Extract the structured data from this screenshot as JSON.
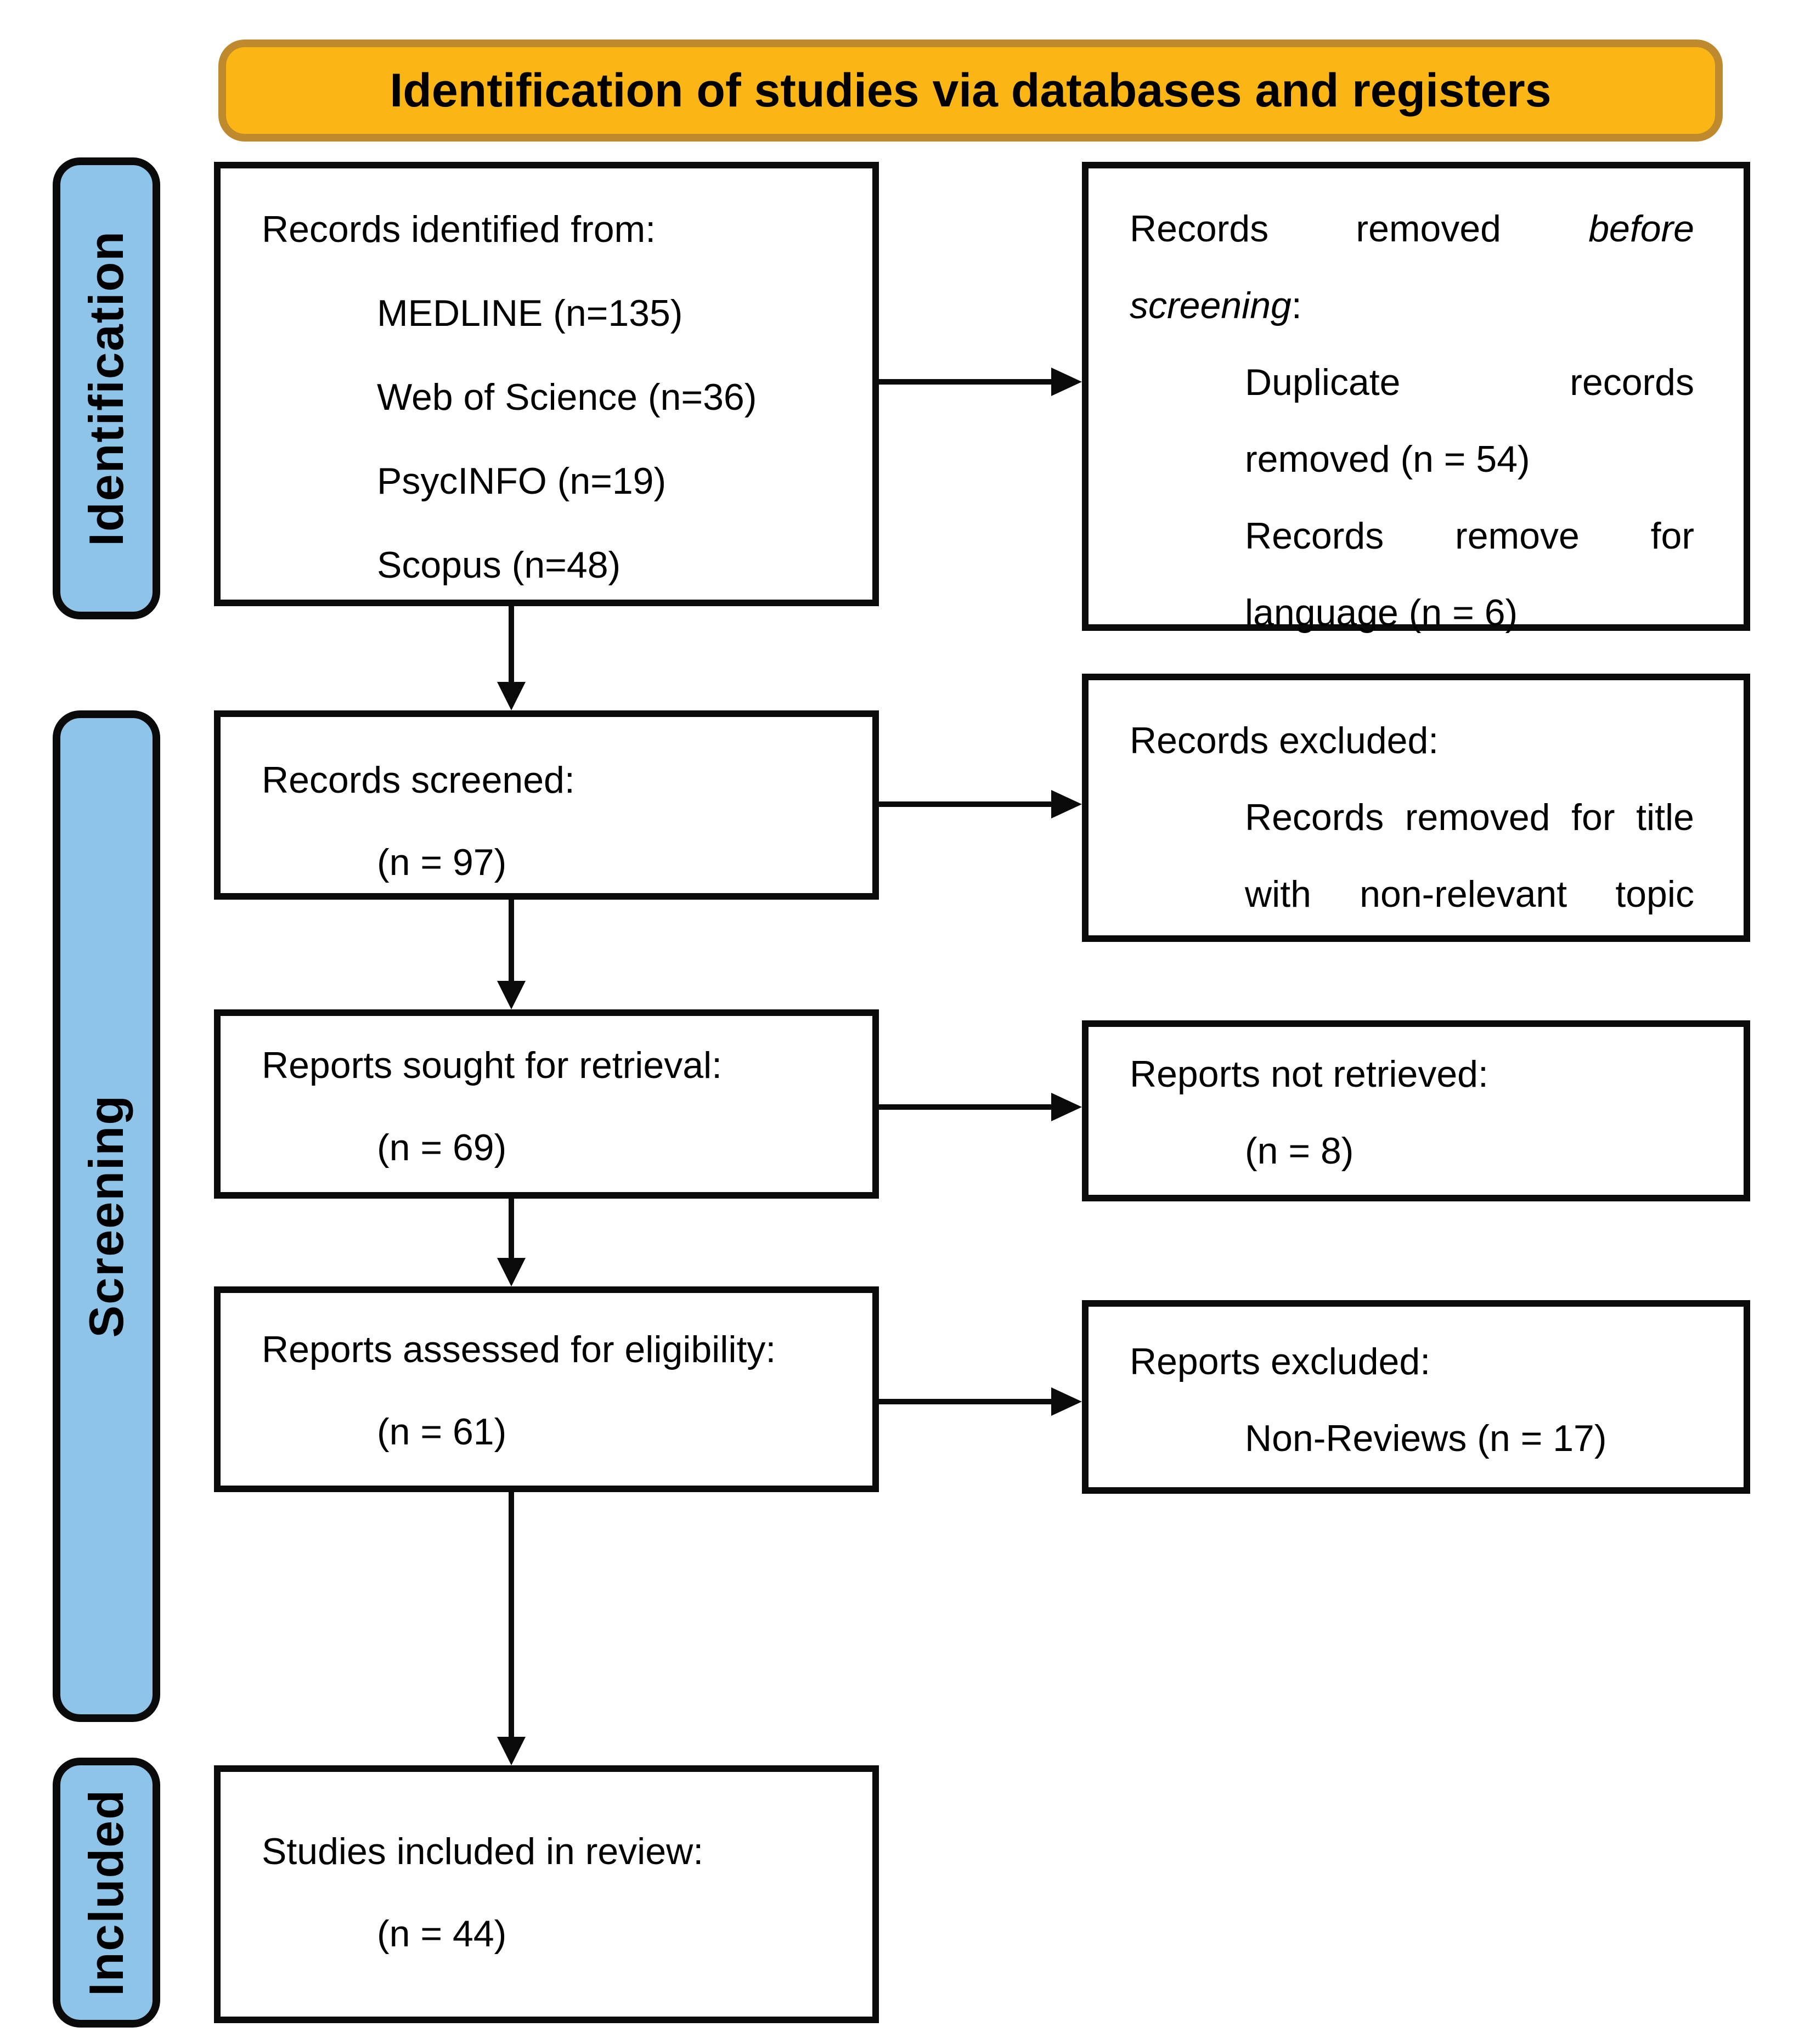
{
  "banner": {
    "title": "Identification of studies via databases and registers"
  },
  "stages": {
    "identification": "Identification",
    "screening": "Screening",
    "included": "Included"
  },
  "colors": {
    "background": "#FFFFFF",
    "banner_fill": "#FBB615",
    "banner_border": "#BF8A2E",
    "stage_fill": "#8FC4E9",
    "stage_border": "#0A0A0A",
    "box_border": "#0A0A0A",
    "arrow": "#0A0A0A",
    "text": "#000000"
  },
  "boxes": {
    "identified": {
      "title": "Records identified from:",
      "items": [
        "MEDLINE (n=135)",
        "Web of Science (n=36)",
        "PsycINFO (n=19)",
        "Scopus (n=48)"
      ]
    },
    "removed_before_screening": {
      "line1_words": [
        "Records",
        "removed",
        "before"
      ],
      "line2_italic": "screening",
      "line2_colon": ":",
      "dup_words": [
        "Duplicate",
        "records"
      ],
      "dup_rest": "removed (n = 54)",
      "lang_words": [
        "Records",
        "remove",
        "for"
      ],
      "lang_rest": "language (n = 6)"
    },
    "screened": {
      "title": "Records screened:",
      "count": "(n = 97)"
    },
    "records_excluded": {
      "title": "Records excluded:",
      "reason_line1_words": [
        "Records",
        "removed",
        "for",
        "title"
      ],
      "reason_line2_words": [
        "with",
        "non-relevant",
        "topic"
      ]
    },
    "sought": {
      "title": "Reports sought for retrieval:",
      "count": "(n = 69)"
    },
    "not_retrieved": {
      "title": "Reports not retrieved:",
      "count": "(n = 8)"
    },
    "assessed": {
      "title": "Reports assessed for eligibility:",
      "count": "(n = 61)"
    },
    "reports_excluded": {
      "title": "Reports excluded:",
      "reason": "Non-Reviews (n = 17)"
    },
    "included": {
      "title": "Studies included in review:",
      "count": "(n = 44)"
    }
  }
}
